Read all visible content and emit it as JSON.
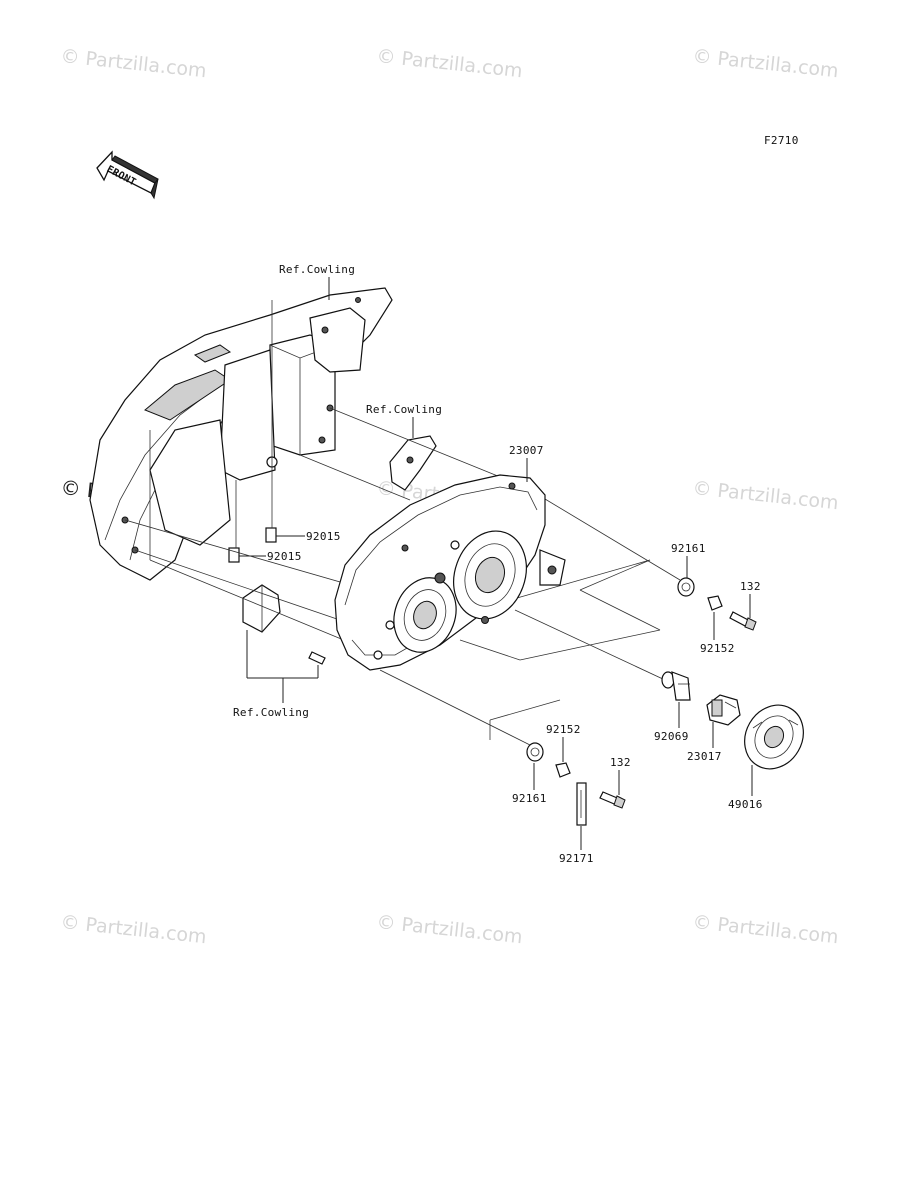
{
  "diagram": {
    "code": "F2710",
    "front_arrow_label": "FRONT",
    "watermarks": [
      "© Partzilla.com",
      "© Partzilla.com",
      "© Partzilla.com",
      "© Partzilla.com",
      "© Partzilla.com",
      "© Partzilla.com",
      "© Partzilla.com",
      "© Partzilla.com",
      "© Partzilla.com"
    ],
    "watermark_bold": "© Partzilla.com",
    "ref_cowling_top": "Ref.Cowling",
    "ref_cowling_mid": "Ref.Cowling",
    "ref_cowling_bottom": "Ref.Cowling",
    "parts": {
      "p23007": "23007",
      "p92015_a": "92015",
      "p92015_b": "92015",
      "p92161_top": "92161",
      "p132_top": "132",
      "p92152_top": "92152",
      "p92069": "92069",
      "p23017": "23017",
      "p49016": "49016",
      "p92152_bottom": "92152",
      "p132_bottom": "132",
      "p92161_bottom": "92161",
      "p92171": "92171"
    }
  }
}
